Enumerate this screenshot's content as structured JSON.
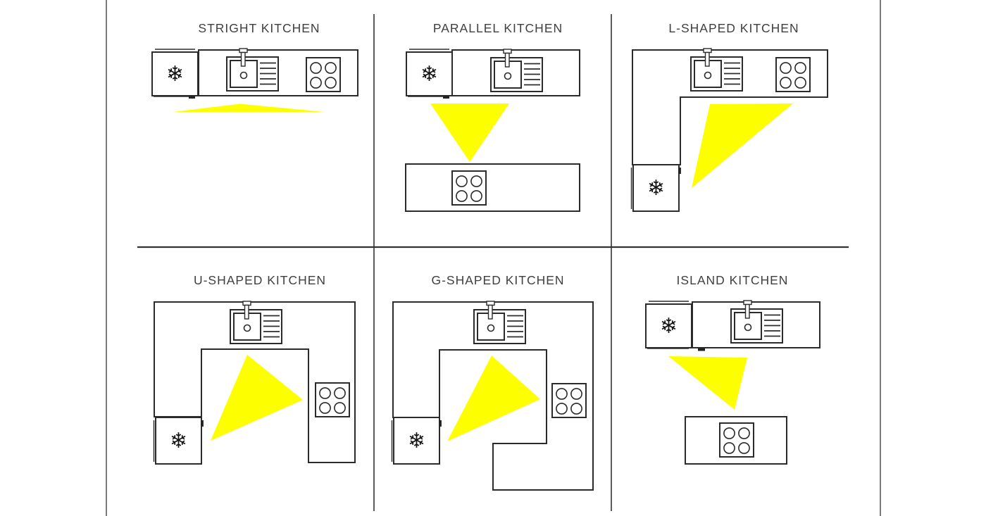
{
  "figure": {
    "type": "kitchen-layout-comparison-diagram",
    "rows": 2,
    "columns": 3
  },
  "colors": {
    "background": "#ffffff",
    "line": "#2b2b2b",
    "frame_gray": "#7a7a7a",
    "work_triangle": "#fdff00"
  },
  "icons": {
    "snowflake": "❄"
  },
  "panels": [
    {
      "title": "STRIGHT KITCHEN",
      "layout": "straight",
      "appliances": [
        "fridge",
        "sink",
        "cooktop"
      ],
      "work_triangle": true
    },
    {
      "title": "PARALLEL KITCHEN",
      "layout": "parallel",
      "appliances": [
        "fridge",
        "sink",
        "cooktop"
      ],
      "work_triangle": true
    },
    {
      "title": "L-SHAPED KITCHEN",
      "layout": "l-shaped",
      "appliances": [
        "fridge",
        "sink",
        "cooktop"
      ],
      "work_triangle": true
    },
    {
      "title": "U-SHAPED KITCHEN",
      "layout": "u-shaped",
      "appliances": [
        "fridge",
        "sink",
        "cooktop"
      ],
      "work_triangle": true
    },
    {
      "title": "G-SHAPED KITCHEN",
      "layout": "g-shaped",
      "appliances": [
        "fridge",
        "sink",
        "cooktop"
      ],
      "work_triangle": true
    },
    {
      "title": "ISLAND KITCHEN",
      "layout": "island",
      "appliances": [
        "fridge",
        "sink",
        "cooktop"
      ],
      "work_triangle": true
    }
  ]
}
